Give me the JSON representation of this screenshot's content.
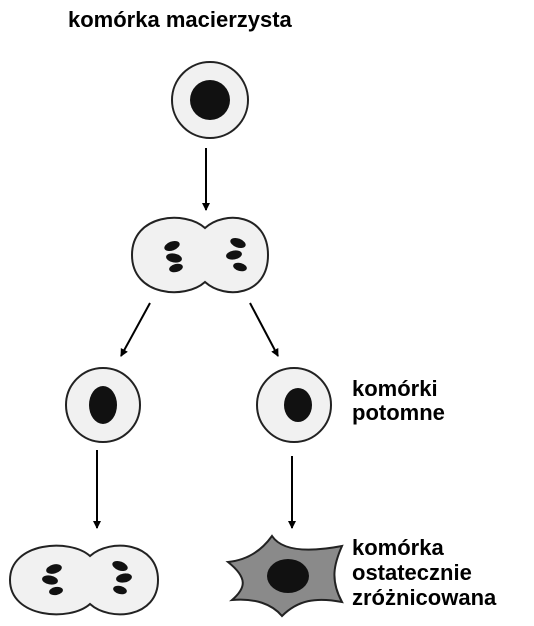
{
  "labels": {
    "stem_cell": "komórka macierzysta",
    "daughter_cells_line1": "komórki",
    "daughter_cells_line2": "potomne",
    "differentiated_line1": "komórka",
    "differentiated_line2": "ostatecznie",
    "differentiated_line3": "zróżnicowana"
  },
  "colors": {
    "cell_fill": "#f1f1f1",
    "nucleus": "#111111",
    "outline": "#222222",
    "differentiated_fill": "#8a8a8a",
    "arrow": "#000000"
  }
}
